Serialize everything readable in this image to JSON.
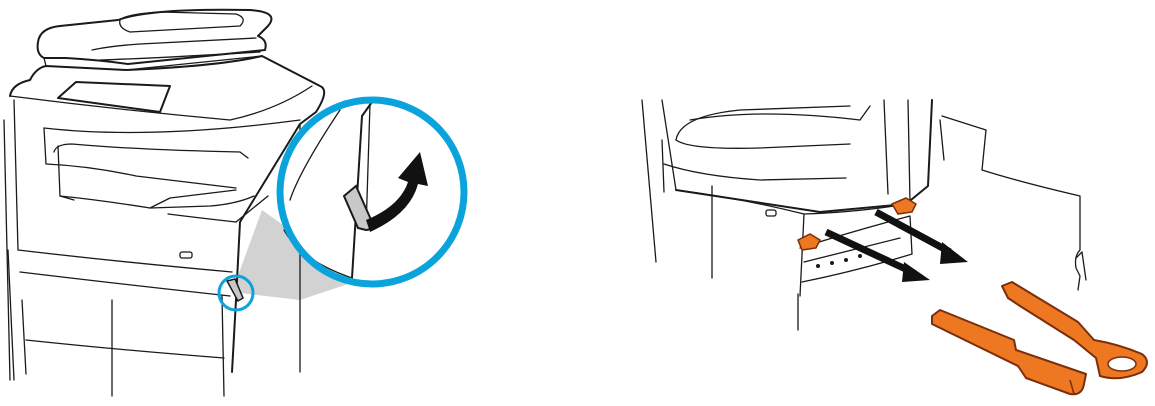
{
  "colors": {
    "background": "#ffffff",
    "outline": "#1a1a1a",
    "callout_ring": "#0aa3dc",
    "callout_shade": "#d2d2d2",
    "latch": "#c8c8c8",
    "arrow": "#111111",
    "guide_orange": "#ee7722",
    "guide_dark": "#7a2e0c"
  },
  "panels": [
    {
      "description_icon": "printer-open-latch",
      "callout": "latch-detail-circle",
      "action_arrow": "curved-arrow-up"
    },
    {
      "description_icon": "remove-shipping-restraints",
      "action_arrows": [
        "pull-arrow-left",
        "pull-arrow-right"
      ],
      "removed_parts": [
        "shipping-restraint-left",
        "shipping-restraint-right"
      ]
    }
  ]
}
